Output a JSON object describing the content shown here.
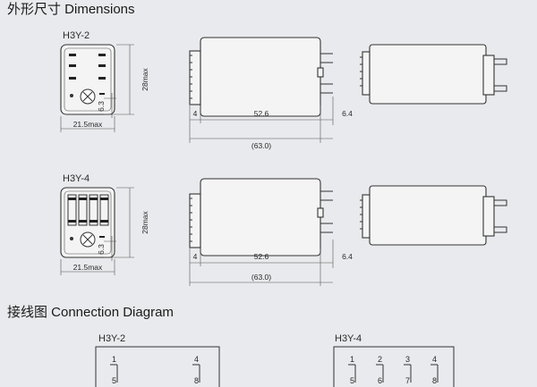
{
  "dimensions_heading": "外形尺寸 Dimensions",
  "connection_heading": "接线图 Connection Diagram",
  "h3y2": {
    "model": "H3Y-2",
    "width": "21.5max",
    "height": "28max",
    "offset": "6.3",
    "panel": "4",
    "length": "52.6",
    "pins": "6.4",
    "total": "(63.0)"
  },
  "h3y4": {
    "model": "H3Y-4",
    "width": "21.5max",
    "height": "28max",
    "offset": "6.3",
    "panel": "4",
    "length": "52.6",
    "pins": "6.4",
    "total": "(63.0)"
  },
  "connection": {
    "h3y2": {
      "model": "H3Y-2",
      "top_pins": [
        "1",
        "4"
      ],
      "bottom_pins": [
        "5",
        "8"
      ]
    },
    "h3y4": {
      "model": "H3Y-4",
      "top_pins": [
        "1",
        "2",
        "3",
        "4"
      ],
      "bottom_pins": [
        "5",
        "6",
        "7",
        "8"
      ]
    }
  }
}
